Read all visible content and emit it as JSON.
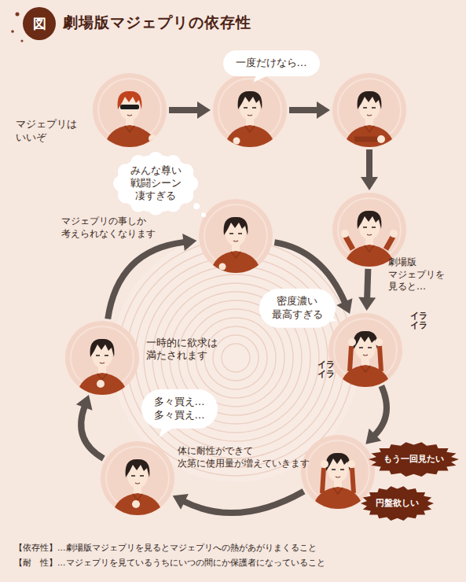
{
  "diagram": {
    "title": "劇場版マジェプリの依存性",
    "nodes": [
      {
        "text": [
          "マジェプリは いいぞ"
        ]
      },
      {
        "text": [
          "一度だけなら…"
        ]
      },
      {
        "text": []
      },
      {
        "text": []
      },
      {
        "text": [
          "みんな尊い 戦闘シーン 凄すぎる"
        ]
      },
      {
        "text": []
      },
      {
        "text": []
      },
      {
        "text": [
          "一時的に欲求は 満たされます"
        ]
      },
      {
        "text": [
          "密度濃い 最高すぎる"
        ]
      },
      {
        "text": []
      },
      {
        "text": [
          "もう一回見たい"
        ]
      },
      {
        "text": [
          "円盤欲しい"
        ]
      },
      {
        "text": []
      },
      {
        "text": [
          "多々買え… 多々買え…"
        ]
      },
      {
        "text": []
      }
    ],
    "edges": [
      {
        "from": 0,
        "to": 2,
        "arrow": "to"
      },
      {
        "from": 2,
        "to": 3,
        "arrow": "to"
      },
      {
        "from": 3,
        "to": 6,
        "arrow": "to"
      },
      {
        "from": 6,
        "to": 9,
        "arrow": "to",
        "label": "劇場版 マジェプリを 見ると…"
      },
      {
        "from": 9,
        "to": 12,
        "arrow": "to"
      },
      {
        "from": 12,
        "to": 14,
        "arrow": "to",
        "label": "体に耐性ができて 次第に使用量が増えていきます"
      },
      {
        "from": 14,
        "to": 7,
        "arrow": "to"
      },
      {
        "from": 7,
        "to": 5,
        "arrow": "to",
        "label": "マジェプリの事しか 考えられなくなります"
      },
      {
        "from": 5,
        "to": 9,
        "arrow": "to"
      }
    ],
    "labels": [
      "図",
      "イライラ",
      "イライラ",
      "【依存性】…劇場版マジェプリを見るとマジェプリへの熱があがりまくること",
      "【耐　性】…マジェプリを見ているうちにいつの間にか保護者になっていること"
    ]
  }
}
